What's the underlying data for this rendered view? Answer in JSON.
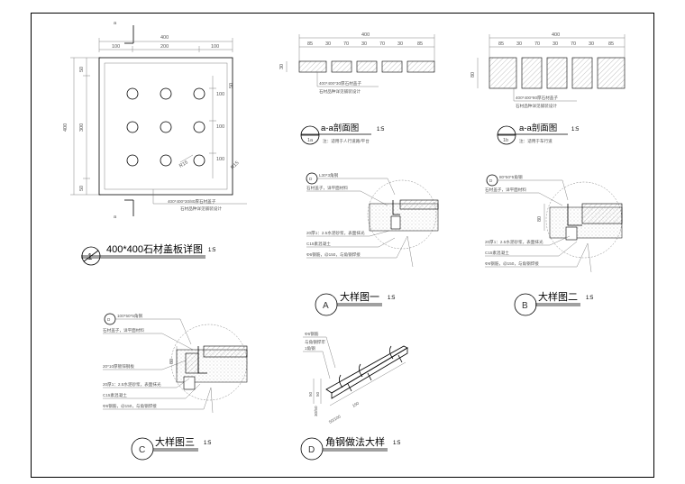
{
  "detail_1": {
    "title": "400*400石材盖板详图",
    "scale": "1:5",
    "marker": "1",
    "dims_top_total": "400",
    "dims_top_parts": [
      "100",
      "200",
      "100"
    ],
    "dims_left_total": "400",
    "dims_left_inner": "300",
    "dims_left_small": [
      "50",
      "50"
    ],
    "dims_right": [
      "100",
      "100",
      "100"
    ],
    "section_mark": "a",
    "radius_label": "R15",
    "note_1": "400*400*30/80厚石材盖子",
    "note_2": "石材品种详见铺装设计"
  },
  "section_1a": {
    "title": "a-a剖面图",
    "scale": "1:5",
    "marker": "1a",
    "dims_total": "400",
    "dims_parts": [
      "85",
      "30",
      "70",
      "30",
      "70",
      "30",
      "85"
    ],
    "dims_height": "30",
    "note_1": "400*400*30厚石材盖子",
    "note_2": "石材品种详见铺装设计",
    "note_3": "注：适用于人行道路/平台"
  },
  "section_1b": {
    "title": "a-a剖面图",
    "scale": "1:5",
    "marker": "1b",
    "dims_total": "400",
    "dims_parts": [
      "85",
      "30",
      "70",
      "30",
      "70",
      "30",
      "85"
    ],
    "dims_height": "80",
    "note_1": "400*400*80厚石材盖子",
    "note_2": "石材品种详见铺装设计",
    "note_3": "注：适用于车行道"
  },
  "detail_a": {
    "title": "大样图一",
    "scale": "1:5",
    "marker": "A",
    "callout_marker": "D",
    "note_angle": "L30*3角钢",
    "note_stone": "石材盖子，详平面材料",
    "note_mortar": "20厚1：2.5水泥砂浆，表面抹光",
    "note_concrete": "C15素混凝土",
    "note_rebar": "Φ6钢筋，@150，与角钢焊接"
  },
  "detail_b": {
    "title": "大样图二",
    "scale": "1:5",
    "marker": "B",
    "callout_marker": "D",
    "note_angle": "80*50*5角钢",
    "note_stone": "石材盖子，详平面材料",
    "dim_side": "80",
    "note_mortar": "20厚1：2.5水泥砂浆，表面抹光",
    "note_concrete": "C15素混凝土",
    "note_rebar": "Φ6钢筋，@150，与角钢焊接"
  },
  "detail_c": {
    "title": "大样图三",
    "scale": "1:5",
    "marker": "C",
    "callout_marker": "D",
    "note_angle": "100*50*5角钢",
    "note_stone": "石材盖子，详平面材料",
    "dim_side": "80",
    "note_steel": "20*10厚镀锌钢板",
    "note_mortar": "20厚1：2.5水泥砂浆，表面抹光",
    "note_concrete": "C15素混凝土",
    "note_rebar": "Φ6钢筋，@150，与角钢焊接"
  },
  "detail_d": {
    "title": "角钢做法大样",
    "scale": "1:5",
    "marker": "D",
    "note_rebar": "Φ6钢筋",
    "note_weld": "与角钢焊牢",
    "note_angle": "1角钢",
    "dim_a": "150",
    "dim_b": "50",
    "dim_c": "50/100",
    "dim_d": "30/50"
  }
}
